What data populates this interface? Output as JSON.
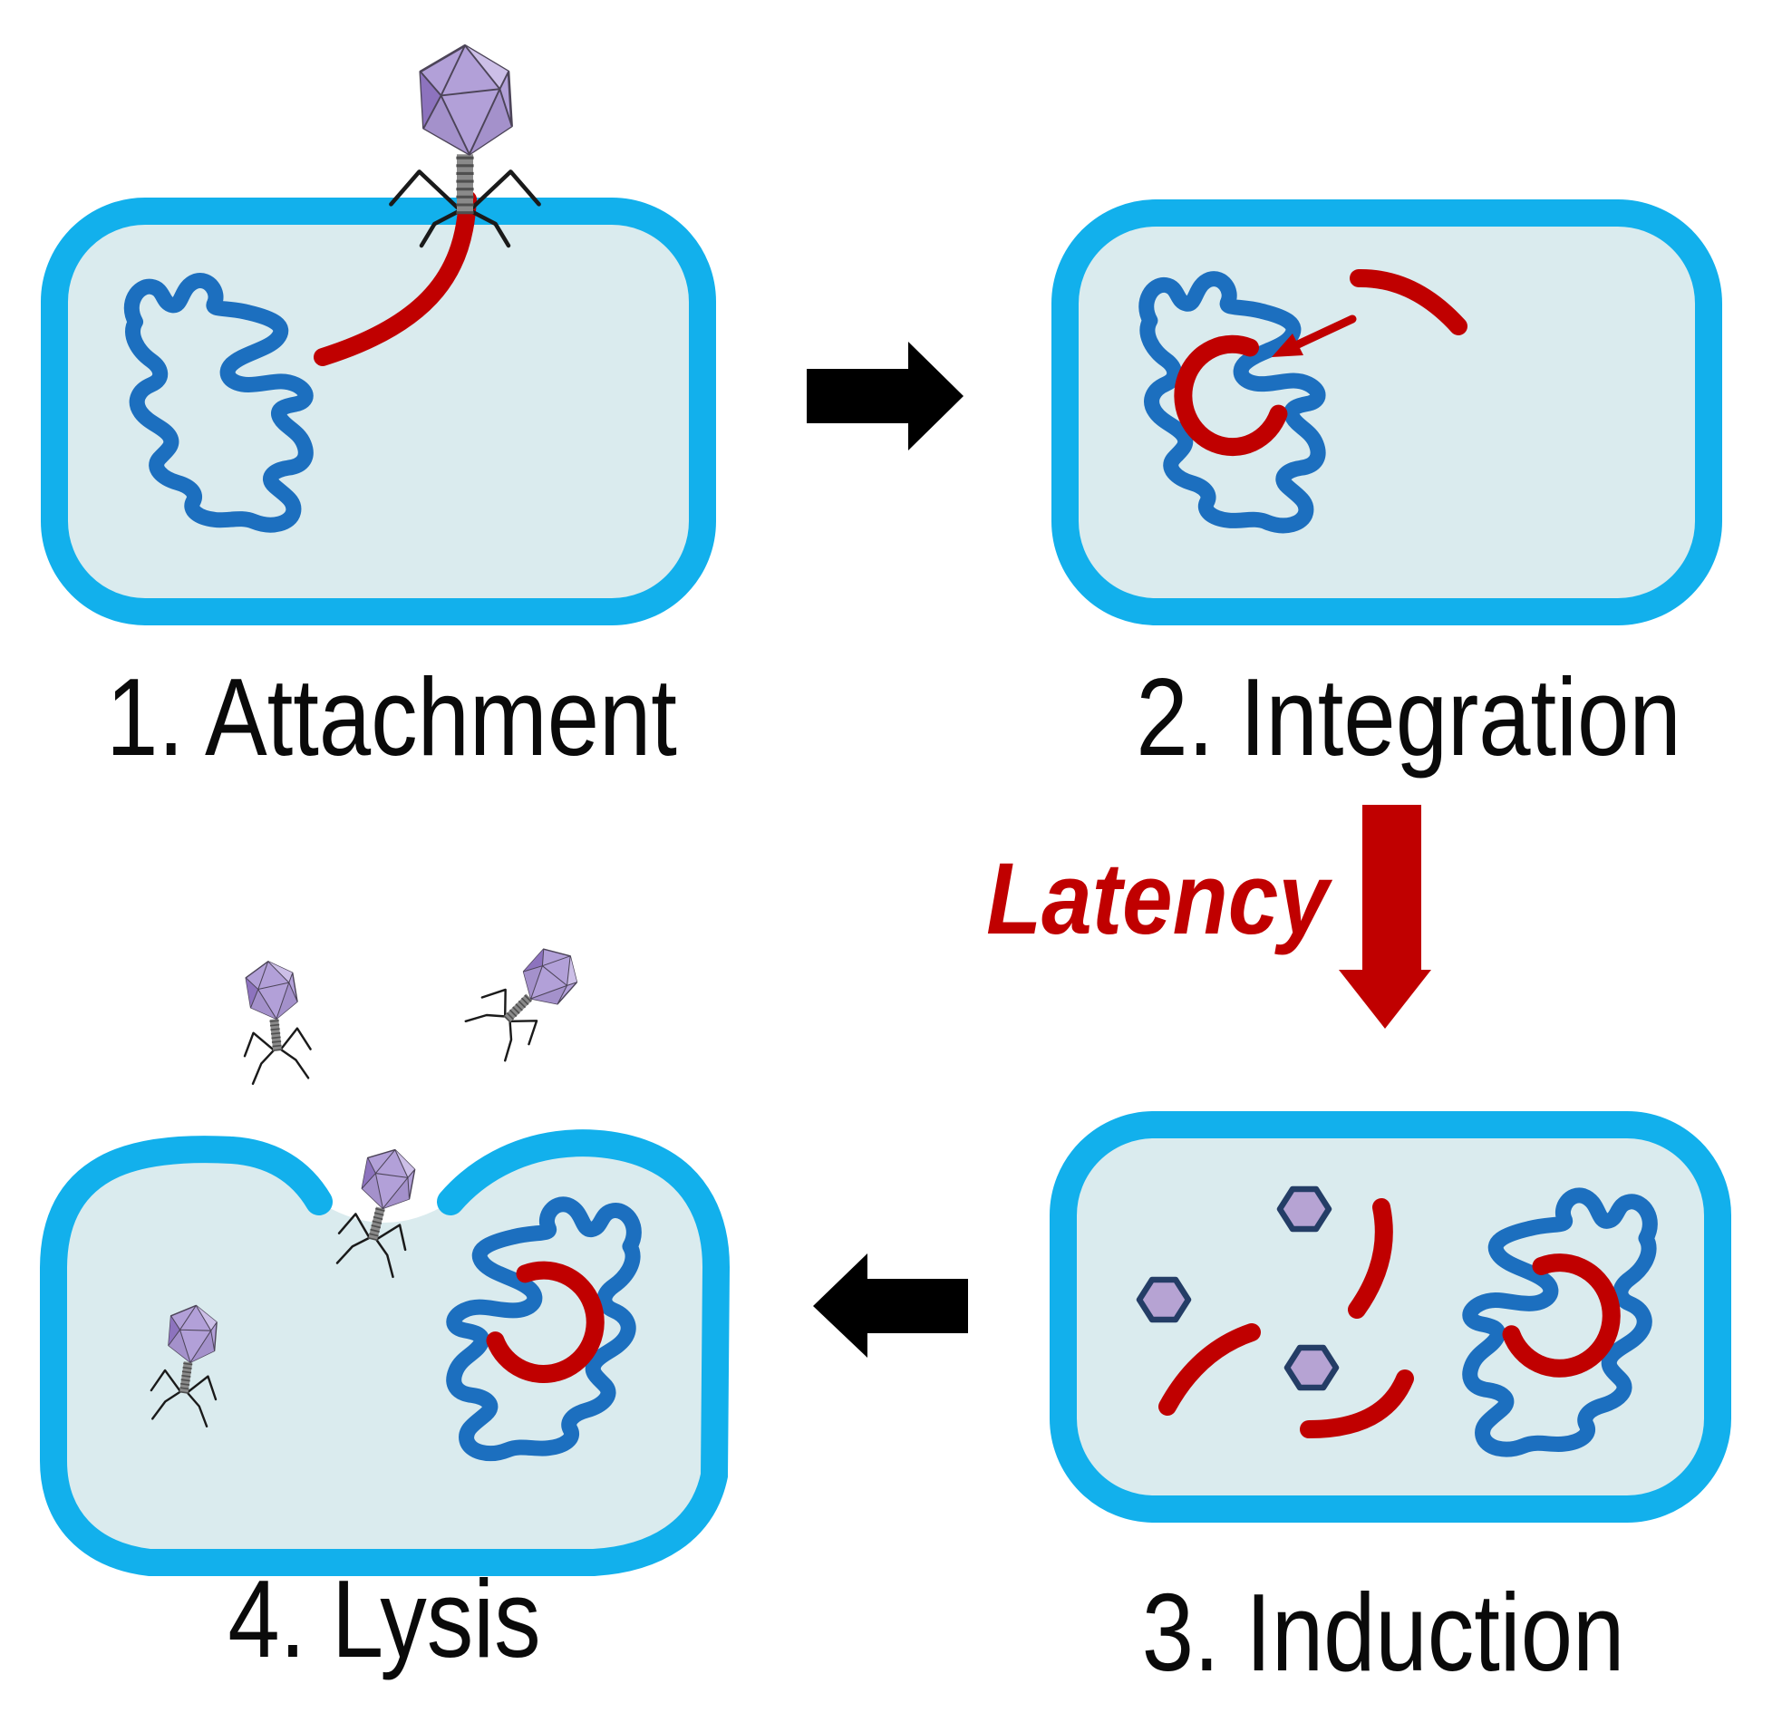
{
  "steps": [
    {
      "label": "1. Attachment"
    },
    {
      "label": "2. Integration"
    },
    {
      "label": "3. Induction"
    },
    {
      "label": "4. Lysis"
    }
  ],
  "latency": {
    "label": "Latency"
  },
  "icons": {
    "phage": "bacteriophage with icosahedral head, segmented tail and legs",
    "cell": "rounded-rectangle bacterium with thick membrane",
    "lysed_cell": "bacterium with burst opening in membrane",
    "chromosome": "squiggly closed-loop bacterial chromosome",
    "prophage_arc": "red arc of viral DNA integrated in chromosome",
    "viral_dna_fragment": "curved red DNA strand",
    "capsid_hexagon": "purple hexagon phage capsid",
    "arrow_right": "black block arrow pointing right",
    "arrow_left": "black block arrow pointing left",
    "arrow_down": "red block arrow pointing down"
  },
  "colors": {
    "membrane": "#12b0ec",
    "cytoplasm": "#daebee",
    "chromosome": "#1c6fbf",
    "viral_dna": "#c00000",
    "arrow_black": "#000000",
    "label_text": "#0a0a0a",
    "phage_head": "#b2a0d8",
    "phage_head_dark": "#8d73be",
    "phage_head_mid": "#a491cb",
    "phage_head_light": "#ccbfe7",
    "phage_outline": "#4c4458",
    "tail_gray": "#8a8a8a",
    "tail_rib": "#4f4f4f",
    "leg_black": "#1a1a1a",
    "capsid_fill": "#b6a3d3",
    "capsid_stroke": "#243d66"
  }
}
